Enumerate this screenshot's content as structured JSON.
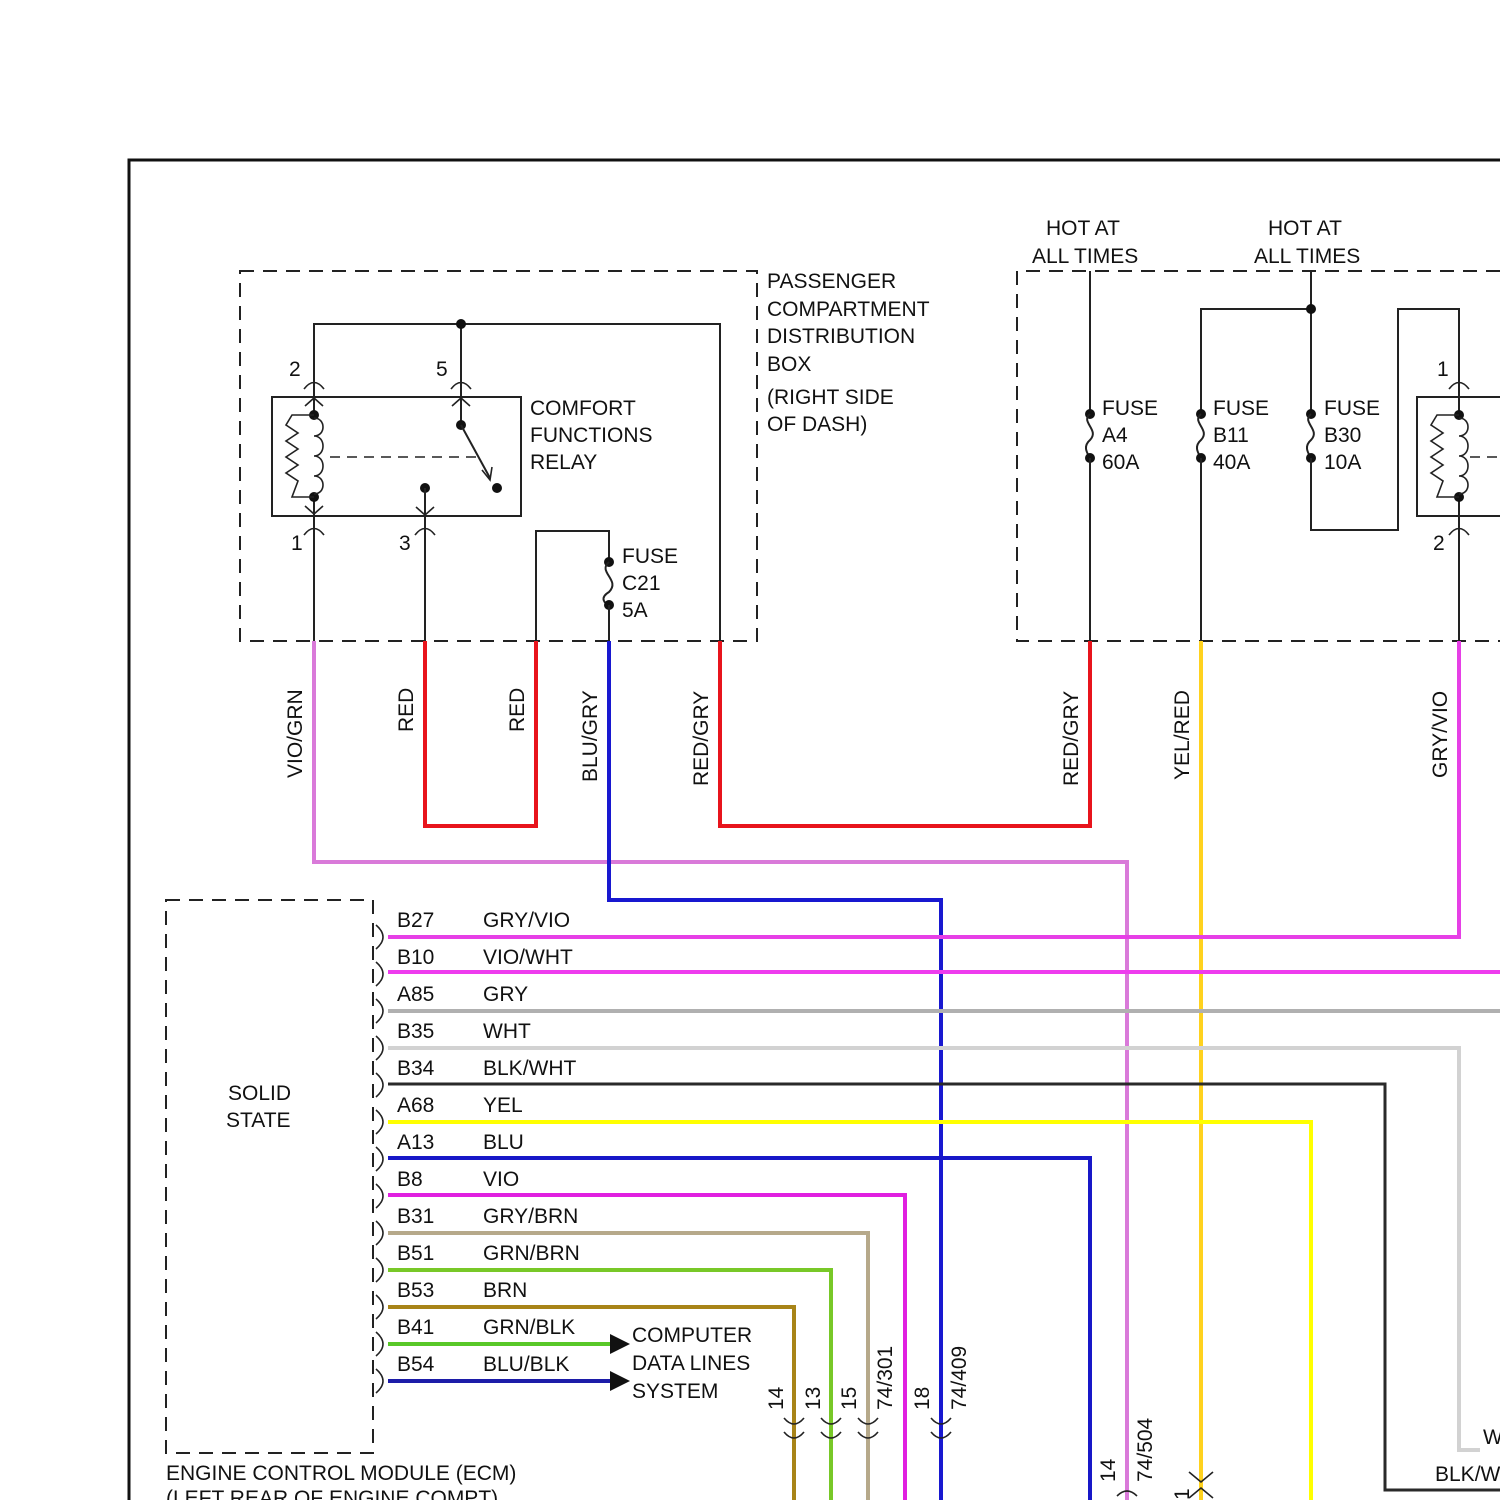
{
  "header": {
    "hot1": [
      "HOT AT",
      "ALL TIMES"
    ],
    "hot2": [
      "HOT AT",
      "ALL TIMES"
    ]
  },
  "distribution_box": {
    "name": [
      "PASSENGER",
      "COMPARTMENT",
      "DISTRIBUTION",
      "BOX"
    ],
    "location": [
      "(RIGHT SIDE",
      "OF DASH)"
    ]
  },
  "relay": {
    "name": [
      "COMFORT",
      "FUNCTIONS",
      "RELAY"
    ],
    "pins": [
      "2",
      "5",
      "1",
      "3"
    ]
  },
  "right_relay": {
    "pins": [
      "1",
      "2"
    ]
  },
  "fuses": [
    {
      "lines": [
        "FUSE",
        "C21",
        "5A"
      ]
    },
    {
      "lines": [
        "FUSE",
        "A4",
        "60A"
      ]
    },
    {
      "lines": [
        "FUSE",
        "B11",
        "40A"
      ]
    },
    {
      "lines": [
        "FUSE",
        "B30",
        "10A"
      ]
    }
  ],
  "vertical_wires": [
    "VIO/GRN",
    "RED",
    "RED",
    "BLU/GRY",
    "RED/GRY",
    "RED/GRY",
    "YEL/RED",
    "GRY/VIO"
  ],
  "ecm": {
    "internal": [
      "SOLID",
      "STATE"
    ],
    "name": "ENGINE CONTROL MODULE (ECM)",
    "location": "(LEFT REAR OF ENGINE COMPT)",
    "pins": [
      {
        "pin": "B27",
        "wire": "GRY/VIO",
        "color": "#e63fe6"
      },
      {
        "pin": "B10",
        "wire": "VIO/WHT",
        "color": "#ee3cee"
      },
      {
        "pin": "A85",
        "wire": "GRY",
        "color": "#b0b0b0"
      },
      {
        "pin": "B35",
        "wire": "WHT",
        "color": "#d2d2d2"
      },
      {
        "pin": "B34",
        "wire": "BLK/WHT",
        "color": "#2a2a2a"
      },
      {
        "pin": "A68",
        "wire": "YEL",
        "color": "#ffff00"
      },
      {
        "pin": "A13",
        "wire": "BLU",
        "color": "#1818c8"
      },
      {
        "pin": "B8",
        "wire": "VIO",
        "color": "#e020e0"
      },
      {
        "pin": "B31",
        "wire": "GRY/BRN",
        "color": "#b6a98a"
      },
      {
        "pin": "B51",
        "wire": "GRN/BRN",
        "color": "#78c828"
      },
      {
        "pin": "B53",
        "wire": "BRN",
        "color": "#a88418"
      },
      {
        "pin": "B41",
        "wire": "GRN/BLK",
        "color": "#58c828"
      },
      {
        "pin": "B54",
        "wire": "BLU/BLK",
        "color": "#1c1ca8"
      }
    ]
  },
  "computer_data_lines": [
    "COMPUTER",
    "DATA LINES",
    "SYSTEM"
  ],
  "connector_labels": [
    "14",
    "13",
    "15",
    "74/301",
    "18",
    "74/409",
    "14",
    "74/504",
    "1"
  ],
  "edge_labels": [
    "W",
    "BLK/W"
  ],
  "colors": {
    "red": "#e8141c",
    "blue": "#1818d0",
    "vio_grn": "#d97ad9",
    "yel_red": "#ffd21e",
    "gry_vio": "#e63fe6"
  }
}
